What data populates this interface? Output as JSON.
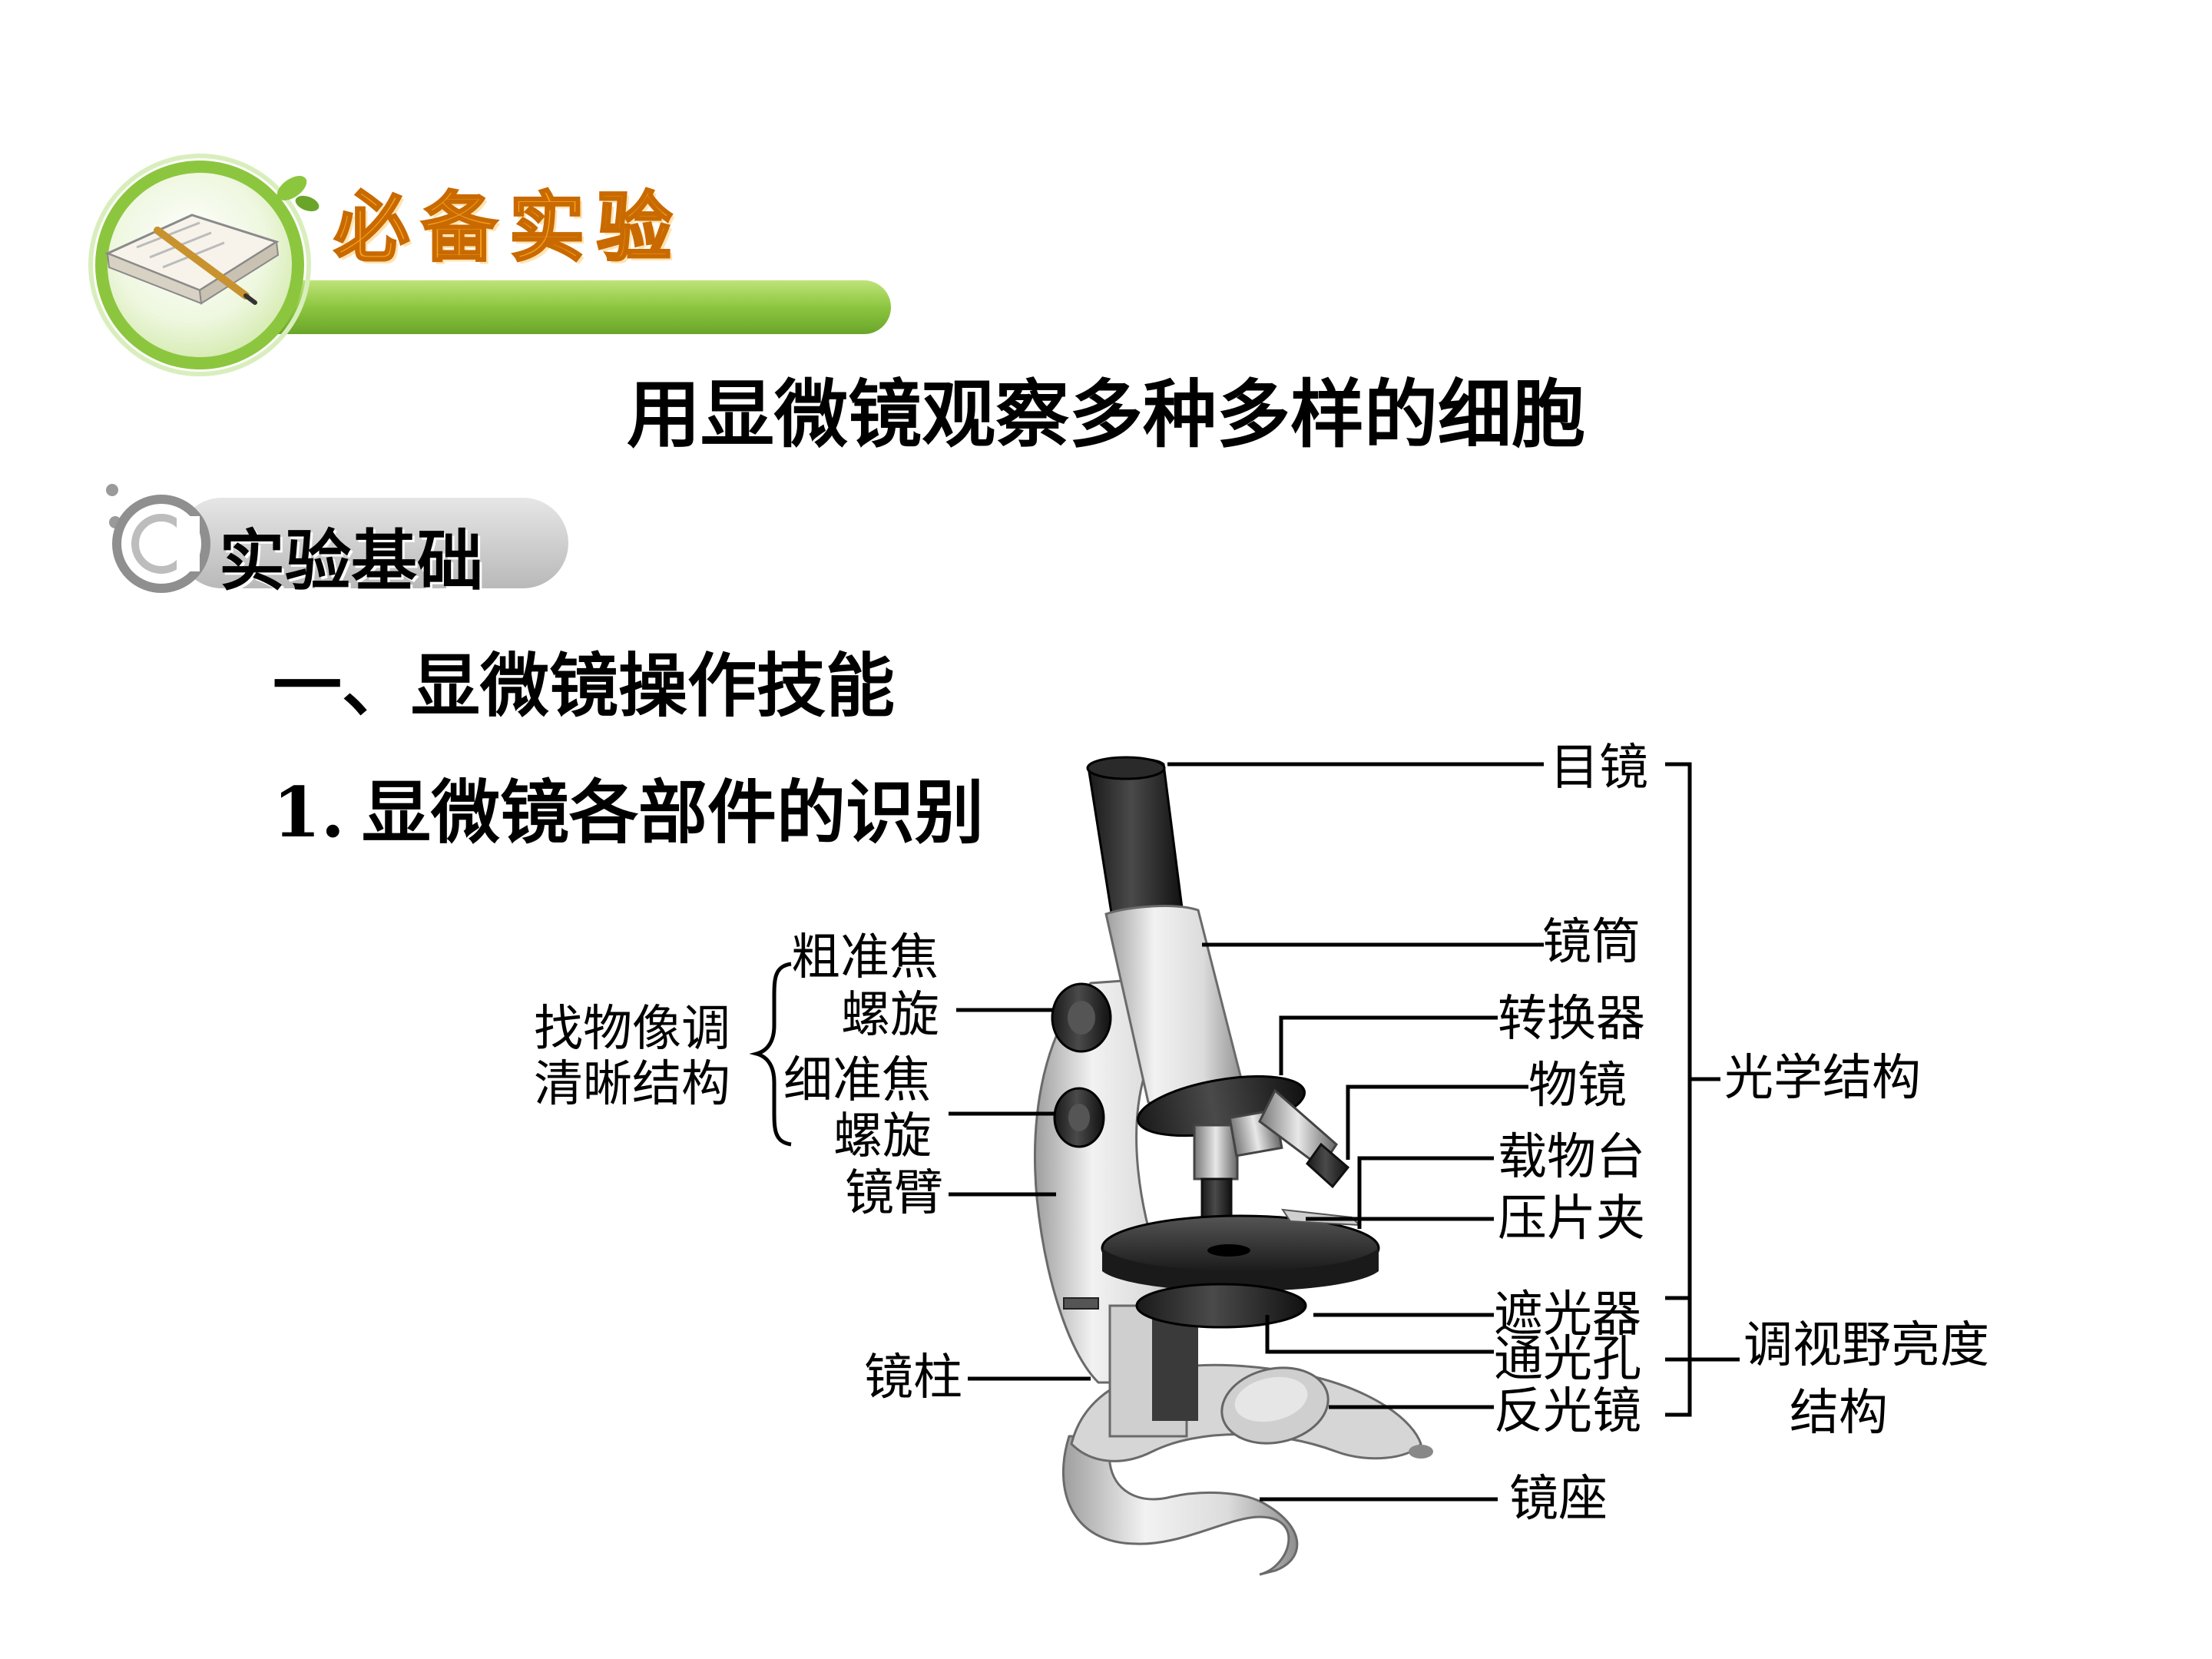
{
  "banner": {
    "text": "必备实验"
  },
  "page_title": "用显微镜观察多种多样的细胞",
  "pill": {
    "text": "实验基础"
  },
  "section_heading": "一、显微镜操作技能",
  "sub_heading": {
    "number": "1.",
    "text": "显微镜各部件的识别"
  },
  "labels": {
    "eyepiece": "目镜",
    "tube": "镜筒",
    "nosepiece": "转换器",
    "objective": "物镜",
    "stage": "载物台",
    "clip": "压片夹",
    "diaphragm": "遮光器",
    "aperture": "通光孔",
    "mirror": "反光镜",
    "base": "镜座",
    "pillar": "镜柱",
    "arm": "镜臂",
    "coarse_line1": "粗准焦",
    "coarse_line2": "螺旋",
    "fine_line1": "细准焦",
    "fine_line2": "螺旋",
    "focus_group_line1": "找物像调",
    "focus_group_line2": "清晰结构",
    "optical_group": "光学结构",
    "light_group_line1": "调视野亮度",
    "light_group_line2": "结构"
  },
  "colors": {
    "banner_green": "#8cc63f",
    "banner_text": "#f6a01e",
    "pill_gray": "#cfcfcf"
  }
}
